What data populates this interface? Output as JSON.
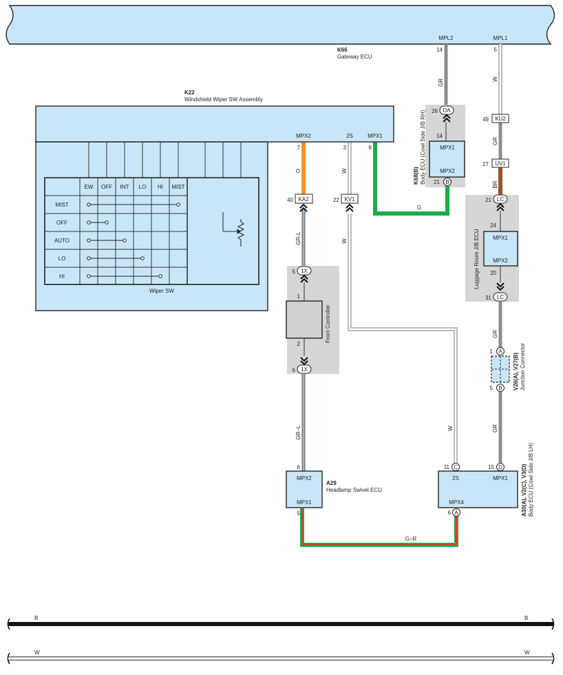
{
  "gateway": {
    "code": "K66",
    "name": "Gateway ECU",
    "pin_mpl2": "MPL2",
    "pin_mpl1": "MPL1",
    "num_mpl2": "14",
    "num_mpl1": "5"
  },
  "wiper_assembly": {
    "code": "K22",
    "name": "Windshield Wiper SW Assembly",
    "pins": [
      {
        "label": "MPX2",
        "num": "7"
      },
      {
        "label": "2S",
        "num": "3"
      },
      {
        "label": "MPX1",
        "num": "6"
      }
    ],
    "switch_caption": "Wiper SW",
    "columns": [
      "EW",
      "OFF",
      "INT",
      "LO",
      "HI",
      "MIST"
    ],
    "rows": [
      "MIST",
      "OFF",
      "AUTO",
      "LO",
      "HI"
    ]
  },
  "body_ecu_rh": {
    "code": "K68(B)",
    "name": "Body ECU (Cowl Side J/B RH)",
    "pin_top": "MPX1",
    "pin_bottom": "MPX2",
    "num_top": "14",
    "num_bottom": "21",
    "terminal": "B"
  },
  "connector_da": {
    "num": "26",
    "label": "DA"
  },
  "luggage_ecu": {
    "name": "Luggage Room J/B ECU",
    "pin_top": "MPX1",
    "pin_bottom": "MPX2",
    "num_top": "24",
    "num_bottom": "20"
  },
  "connector_ku2": {
    "num": "49",
    "label": "KU2"
  },
  "connector_uv1": {
    "num": "27",
    "label": "UV1"
  },
  "connector_lc_top": {
    "num": "21",
    "label": "LC"
  },
  "connector_lc_bottom": {
    "num": "31",
    "label": "LC"
  },
  "connector_ka2": {
    "num": "40",
    "label": "KA2"
  },
  "connector_kv1": {
    "num": "22",
    "label": "KV1"
  },
  "front_controller": {
    "name": "Front Controller",
    "pin_top": "1",
    "pin_bottom": "2",
    "conn_top_num": "5",
    "conn_bottom_num": "6",
    "conn_label": "1X"
  },
  "junction": {
    "code": "V26(A), V27(B)",
    "name": "Junction Connector",
    "term_a": "A",
    "term_b": "B",
    "num_a": "1",
    "num_b": "5"
  },
  "headlamp_ecu": {
    "code": "A29",
    "name": "Headlamp Swivel ECU",
    "pin_top": "MPX2",
    "pin_bottom": "MPX1",
    "num_top": "6",
    "num_bottom": "5"
  },
  "body_ecu_lh": {
    "code": "A30(A), V2(C), V3(D)",
    "name": "Body ECU (Cowl Side J/B LH)",
    "pin_2s": "2S",
    "pin_mpx1": "MPX1",
    "pin_mpx4": "MPX4",
    "num_2s": "11",
    "term_c": "C",
    "num_mpx1": "15",
    "term_d": "D",
    "num_mpx4": "6",
    "term_a": "A"
  },
  "wire_colors": {
    "gr": "GR",
    "w": "W",
    "o": "O",
    "g": "G",
    "br": "BR",
    "grl": "GR-L",
    "gr_l": "GR–L",
    "gr_r": "G–R"
  },
  "bus": {
    "b_left": "B",
    "b_right": "B",
    "w_left": "W",
    "w_right": "W"
  },
  "colors": {
    "box_fill": "#c8e6f7",
    "gray_area": "#d6d6d6",
    "wire_gray": "#8c8c8c",
    "wire_orange": "#f7941d",
    "wire_green": "#1aab4b",
    "wire_brown": "#a0522d",
    "wire_light_blue": "#78c3e8"
  }
}
